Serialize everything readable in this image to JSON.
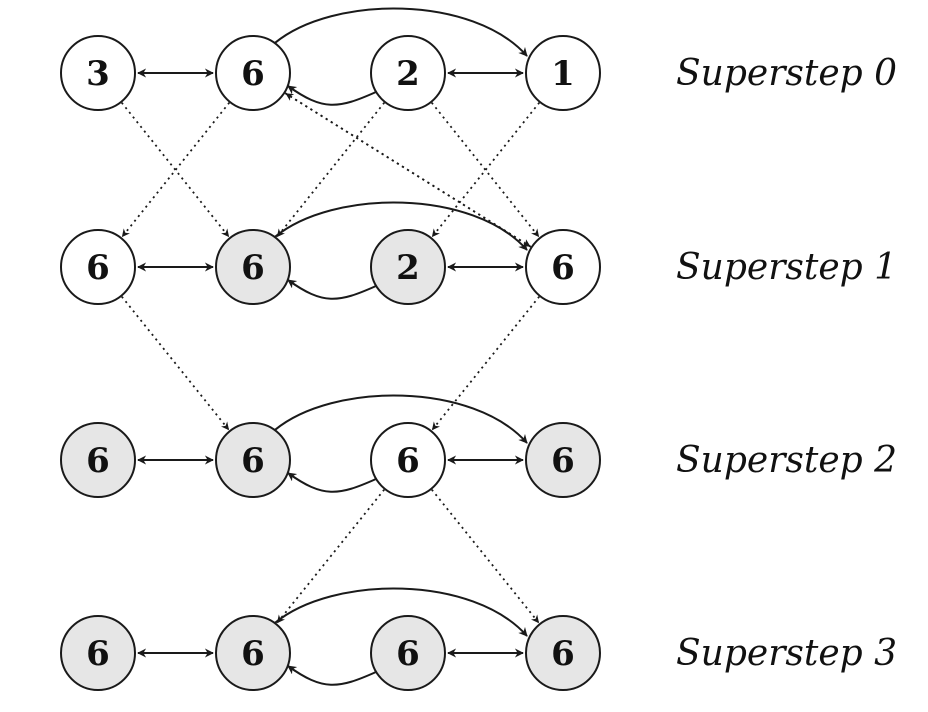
{
  "colors": {
    "halted": "#e6e6e6",
    "active": "#ffffff",
    "stroke": "#1a1a1a"
  },
  "supersteps": [
    {
      "label": "Superstep 0",
      "values": [
        "3",
        "6",
        "2",
        "1"
      ],
      "halted": [
        false,
        false,
        false,
        false
      ]
    },
    {
      "label": "Superstep 1",
      "values": [
        "6",
        "6",
        "2",
        "6"
      ],
      "halted": [
        false,
        true,
        true,
        false
      ]
    },
    {
      "label": "Superstep 2",
      "values": [
        "6",
        "6",
        "6",
        "6"
      ],
      "halted": [
        true,
        true,
        false,
        true
      ]
    },
    {
      "label": "Superstep 3",
      "values": [
        "6",
        "6",
        "6",
        "6"
      ],
      "halted": [
        true,
        true,
        true,
        true
      ]
    }
  ],
  "edges": [
    {
      "from": 0,
      "to": 1,
      "kind": "bidirectional"
    },
    {
      "from": 1,
      "to": 3,
      "kind": "directed"
    },
    {
      "from": 2,
      "to": 1,
      "kind": "directed"
    },
    {
      "from": 2,
      "to": 3,
      "kind": "bidirectional"
    }
  ],
  "messages": [
    {
      "step": 0,
      "from": 0,
      "to": 1
    },
    {
      "step": 0,
      "from": 1,
      "to": 0
    },
    {
      "step": 0,
      "from": 1,
      "to": 3
    },
    {
      "step": 0,
      "from": 2,
      "to": 1
    },
    {
      "step": 0,
      "from": 2,
      "to": 3
    },
    {
      "step": 0,
      "from": 3,
      "to": 2
    },
    {
      "step": 1,
      "from": 0,
      "to": 1
    },
    {
      "step": 1,
      "from": 3,
      "to": 2
    },
    {
      "step": 2,
      "from": 2,
      "to": 1
    },
    {
      "step": 2,
      "from": 2,
      "to": 3
    }
  ],
  "upward_messages": [
    {
      "step": 1,
      "from": 3,
      "to": 1
    }
  ]
}
